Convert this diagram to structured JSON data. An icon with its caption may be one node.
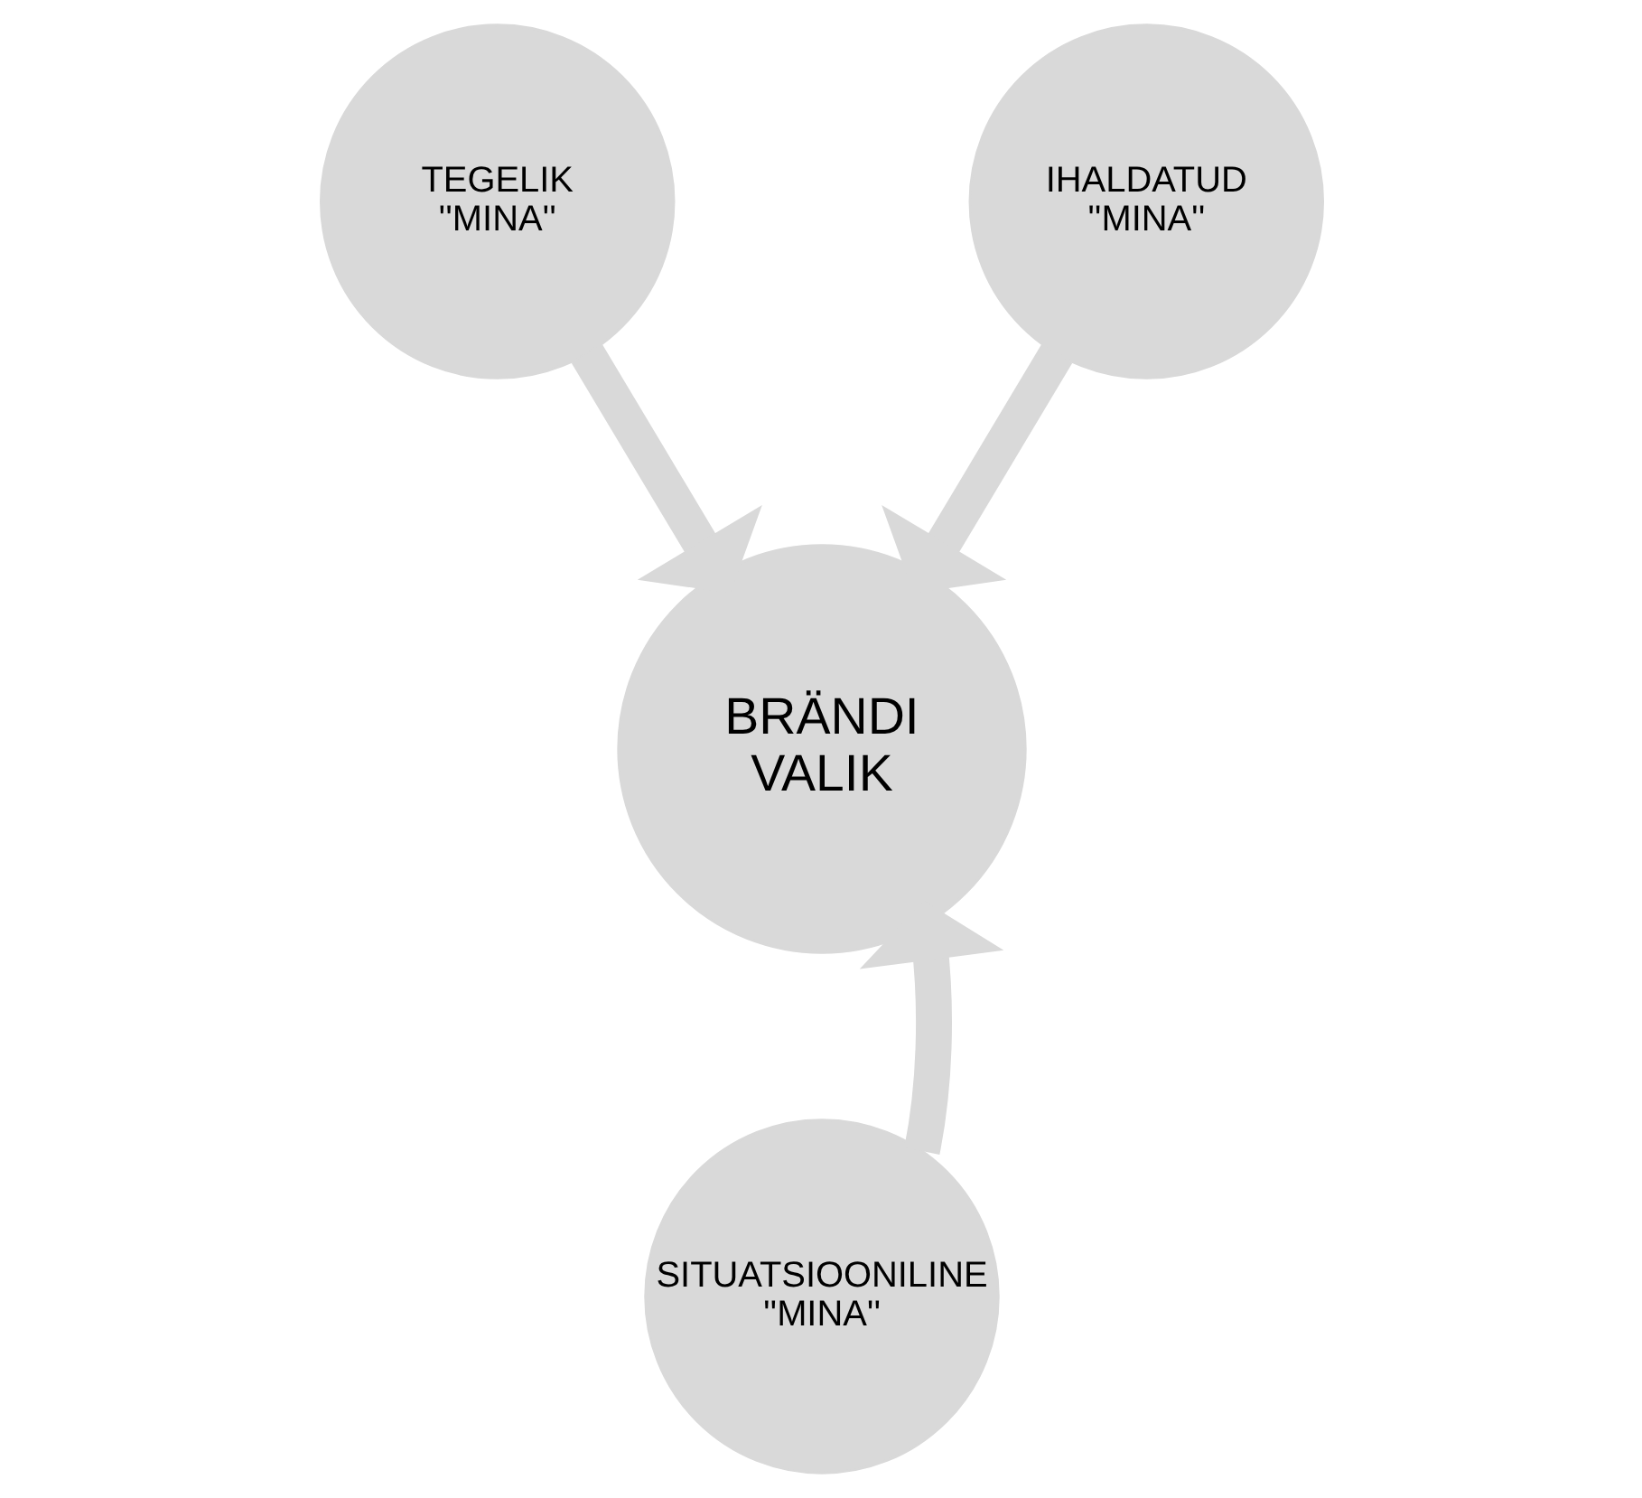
{
  "diagram": {
    "nodes": [
      {
        "text": [
          "TEGELIK ''MINA''"
        ]
      },
      {
        "text": [
          "IHALDATUD ''MINA''"
        ]
      },
      {
        "text": [
          "BRÄNDI VALIK"
        ]
      },
      {
        "text": [
          "SITUATSIOONILINE ''MINA''"
        ]
      }
    ],
    "edges": [
      {
        "from": 0,
        "to": 2,
        "arrow": "to"
      },
      {
        "from": 1,
        "to": 2,
        "arrow": "to"
      },
      {
        "from": 3,
        "to": 2,
        "arrow": "to"
      }
    ]
  }
}
